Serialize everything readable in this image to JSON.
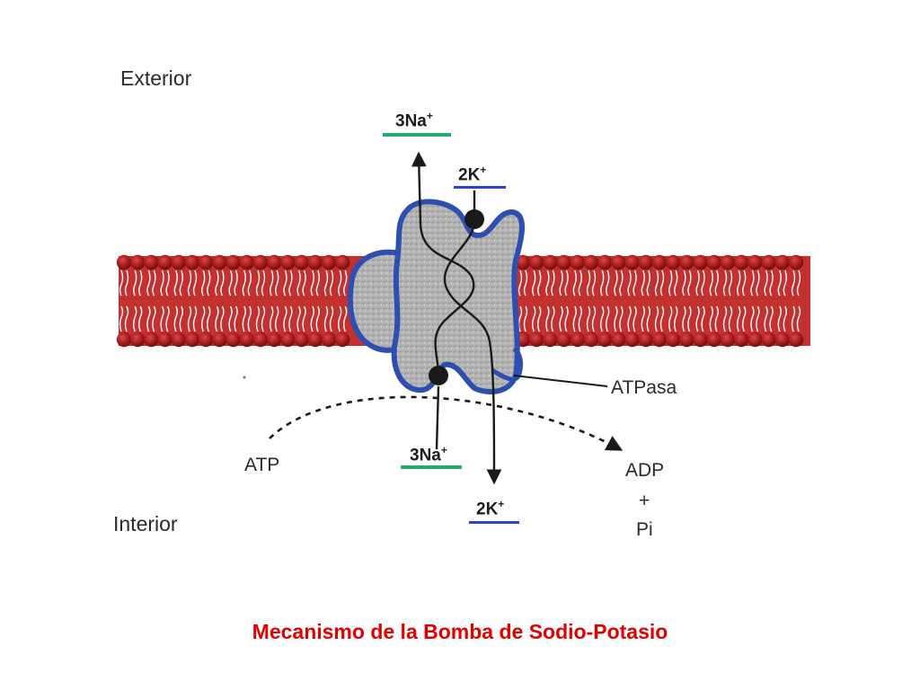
{
  "title": "Mecanismo de la Bomba de Sodio-Potasio",
  "labels": {
    "exterior": "Exterior",
    "interior": "Interior",
    "na_top": {
      "text": "3Na",
      "charge": "+"
    },
    "k_top": {
      "text": "2K",
      "charge": "+"
    },
    "na_bottom": {
      "text": "3Na",
      "charge": "+"
    },
    "k_bottom": {
      "text": "2K",
      "charge": "+"
    },
    "enzyme": "ATPasa",
    "atp": "ATP",
    "adp": "ADP",
    "plus": "+",
    "pi": "Pi"
  },
  "colors": {
    "sodium": "#2aa872",
    "potassium": "#2a45c8",
    "lipid_head": "#a81c1c",
    "protein_outline": "#2e4fb0",
    "protein_fill": "#a8a8a8",
    "title": "#e00000"
  }
}
